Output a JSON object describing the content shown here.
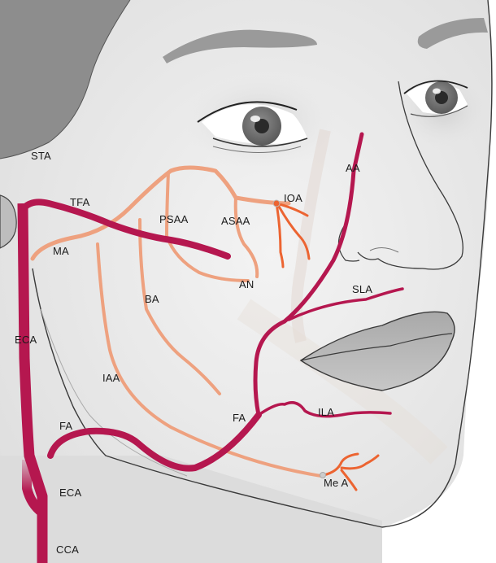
{
  "figure": {
    "subject": "Arterial supply of the face (lateral oblique view)",
    "colors": {
      "artery_main": "#b5174f",
      "artery_maxillary_branches": "#eea17f",
      "artery_terminal_orange": "#ec6431",
      "skin": "#ececec",
      "hair": "#8a8a8a",
      "outline": "#3a3a3a",
      "lips": "#b9b9b9"
    }
  },
  "labels": {
    "sta": "STA",
    "tfa": "TFA",
    "ma": "MA",
    "psaa": "PSAA",
    "asaa": "ASAA",
    "ioa": "IOA",
    "aa": "AA",
    "an": "AN",
    "ba": "BA",
    "sla": "SLA",
    "eca_upper": "ECA",
    "iaa": "IAA",
    "fa_face": "FA",
    "ila": "ILA",
    "fa_neck": "FA",
    "eca_lower": "ECA",
    "mea": "Me A",
    "cca": "CCA"
  }
}
